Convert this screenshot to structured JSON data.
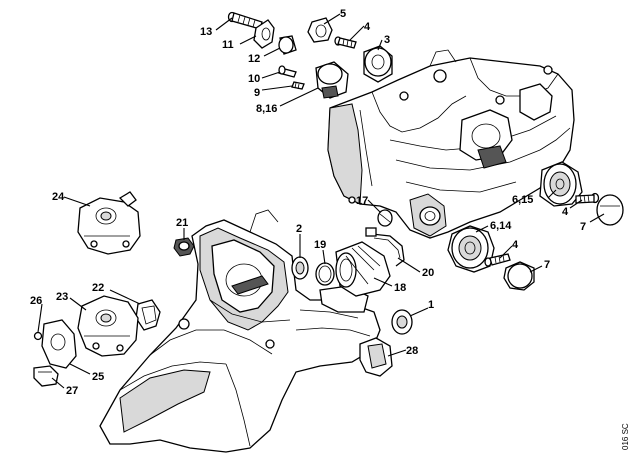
{
  "callouts": [
    {
      "id": "13",
      "label": "13"
    },
    {
      "id": "11",
      "label": "11"
    },
    {
      "id": "12",
      "label": "12"
    },
    {
      "id": "10",
      "label": "10"
    },
    {
      "id": "9",
      "label": "9"
    },
    {
      "id": "8-16",
      "label": "8,16"
    },
    {
      "id": "5",
      "label": "5"
    },
    {
      "id": "4a",
      "label": "4"
    },
    {
      "id": "3",
      "label": "3"
    },
    {
      "id": "24",
      "label": "24"
    },
    {
      "id": "21",
      "label": "21"
    },
    {
      "id": "2",
      "label": "2"
    },
    {
      "id": "19",
      "label": "19"
    },
    {
      "id": "17",
      "label": "17"
    },
    {
      "id": "6-14",
      "label": "6,14"
    },
    {
      "id": "6-15",
      "label": "6,15"
    },
    {
      "id": "4b",
      "label": "4"
    },
    {
      "id": "7a",
      "label": "7"
    },
    {
      "id": "4c",
      "label": "4"
    },
    {
      "id": "7b",
      "label": "7"
    },
    {
      "id": "20",
      "label": "20"
    },
    {
      "id": "18",
      "label": "18"
    },
    {
      "id": "1",
      "label": "1"
    },
    {
      "id": "28",
      "label": "28"
    },
    {
      "id": "26",
      "label": "26"
    },
    {
      "id": "23",
      "label": "23"
    },
    {
      "id": "22",
      "label": "22"
    },
    {
      "id": "25",
      "label": "25"
    },
    {
      "id": "27",
      "label": "27"
    }
  ],
  "figure_code": "016 SC"
}
